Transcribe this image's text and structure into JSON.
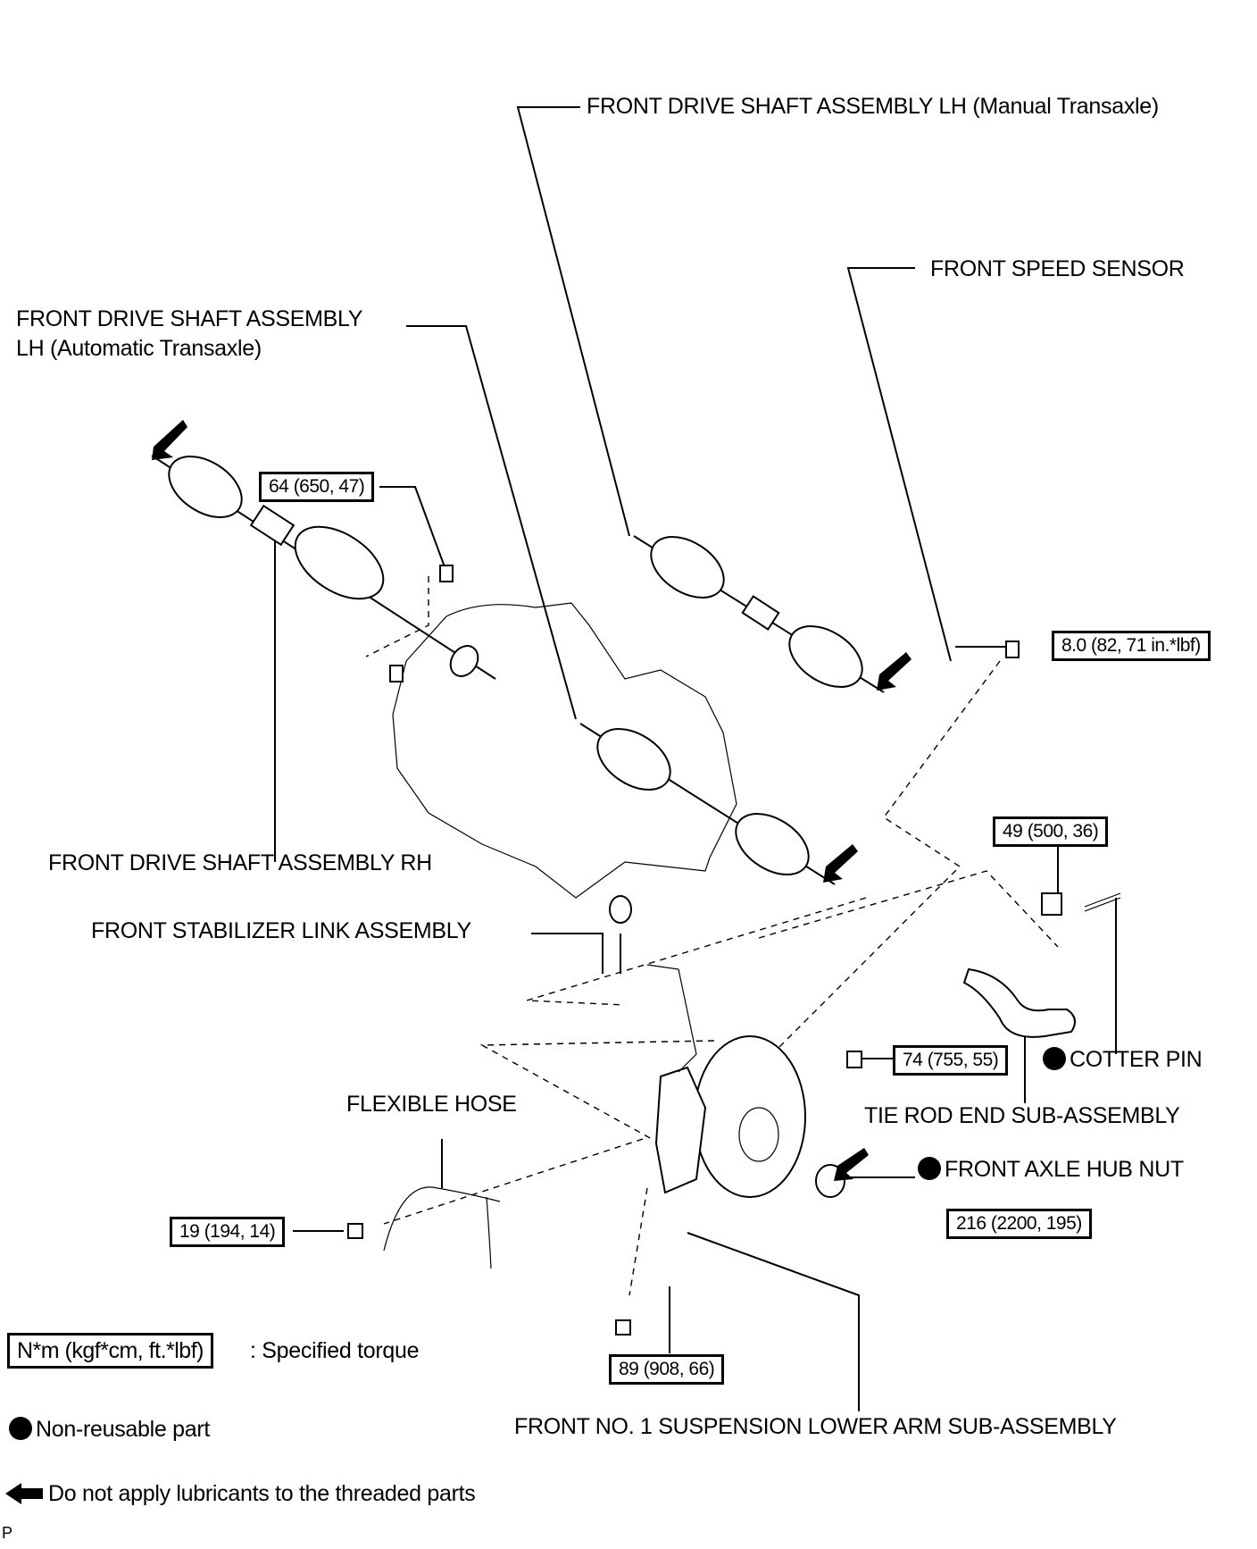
{
  "diagram": {
    "parts": {
      "drive_shaft_lh_manual": "FRONT DRIVE SHAFT ASSEMBLY LH (Manual Transaxle)",
      "speed_sensor": "FRONT SPEED SENSOR",
      "drive_shaft_lh_auto_line1": "FRONT DRIVE SHAFT ASSEMBLY",
      "drive_shaft_lh_auto_line2": "LH (Automatic Transaxle)",
      "drive_shaft_rh": "FRONT DRIVE SHAFT ASSEMBLY RH",
      "stabilizer_link": "FRONT STABILIZER LINK ASSEMBLY",
      "cotter_pin": "COTTER PIN",
      "tie_rod_end": "TIE ROD END SUB-ASSEMBLY",
      "flexible_hose": "FLEXIBLE HOSE",
      "axle_hub_nut": "FRONT AXLE HUB NUT",
      "lower_arm": "FRONT NO. 1 SUSPENSION LOWER ARM SUB-ASSEMBLY"
    },
    "torques": {
      "transaxle_bolt": "64 (650, 47)",
      "speed_sensor_bolt": "8.0 (82, 71 in.*lbf)",
      "tie_rod_nut": "49 (500, 36)",
      "stabilizer_nut": "74 (755, 55)",
      "hub_nut": "216 (2200, 195)",
      "hose_bolt": "19 (194, 14)",
      "lower_arm_bolt": "89 (908, 66)"
    },
    "legend": {
      "torque_unit": "N*m (kgf*cm, ft.*lbf)",
      "torque_desc": ": Specified torque",
      "non_reusable": "Non-reusable part",
      "no_lube": "Do not apply lubricants to the threaded parts"
    },
    "corner_mark": "P"
  }
}
